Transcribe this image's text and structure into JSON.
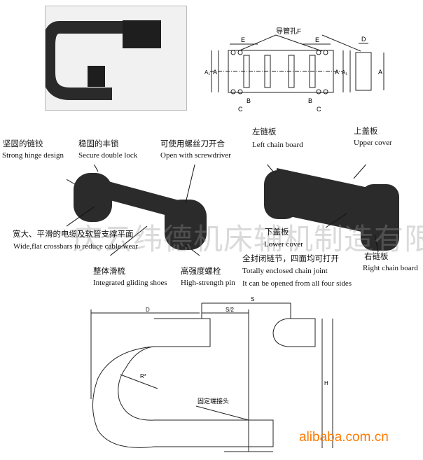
{
  "top_diagram": {
    "guide_hole_label": "导管孔F",
    "dim_e": "E",
    "dim_d": "D",
    "dim_a": "A",
    "dim_a1": "A₁",
    "dim_b": "B",
    "dim_c": "C"
  },
  "callouts": {
    "hinge": {
      "cn": "坚固的链铰",
      "en": "Strong hinge design"
    },
    "lock": {
      "cn": "稳固的丰锁",
      "en": "Secure double lock"
    },
    "screwdriver": {
      "cn": "可使用螺丝刀开合",
      "en": "Open with screwdriver"
    },
    "crossbars": {
      "cn": "宽大、平滑的电缆及软管支撑平面",
      "en": "Wide,flat crossbars to reduce cable wear"
    },
    "gliding": {
      "cn": "整体滑梳",
      "en": "Integrated gliding shoes"
    },
    "pin": {
      "cn": "高强度螺栓",
      "en": "High-strength pin"
    },
    "left_board": {
      "cn": "左链板",
      "en": "Left chain board"
    },
    "upper_cover": {
      "cn": "上盖板",
      "en": "Upper cover"
    },
    "lower_cover": {
      "cn": "下盖板",
      "en": "Lower cover"
    },
    "right_board": {
      "cn": "右链板",
      "en": "Right chain board"
    },
    "enclosed": {
      "cn": "全封闭链节，四面均可打开",
      "en1": "Totally enclosed chain joint",
      "en2": "It can be opened from all four sides"
    }
  },
  "bottom_diagram": {
    "dim_d": "D",
    "dim_s": "S",
    "dim_s2": "S/2",
    "dim_r": "R*",
    "dim_h": "H",
    "fixed_end_label": "固定端接头"
  },
  "watermark": "庆云纬德机床辅机制造有限公司",
  "site_watermark": "alibaba.com.cn"
}
